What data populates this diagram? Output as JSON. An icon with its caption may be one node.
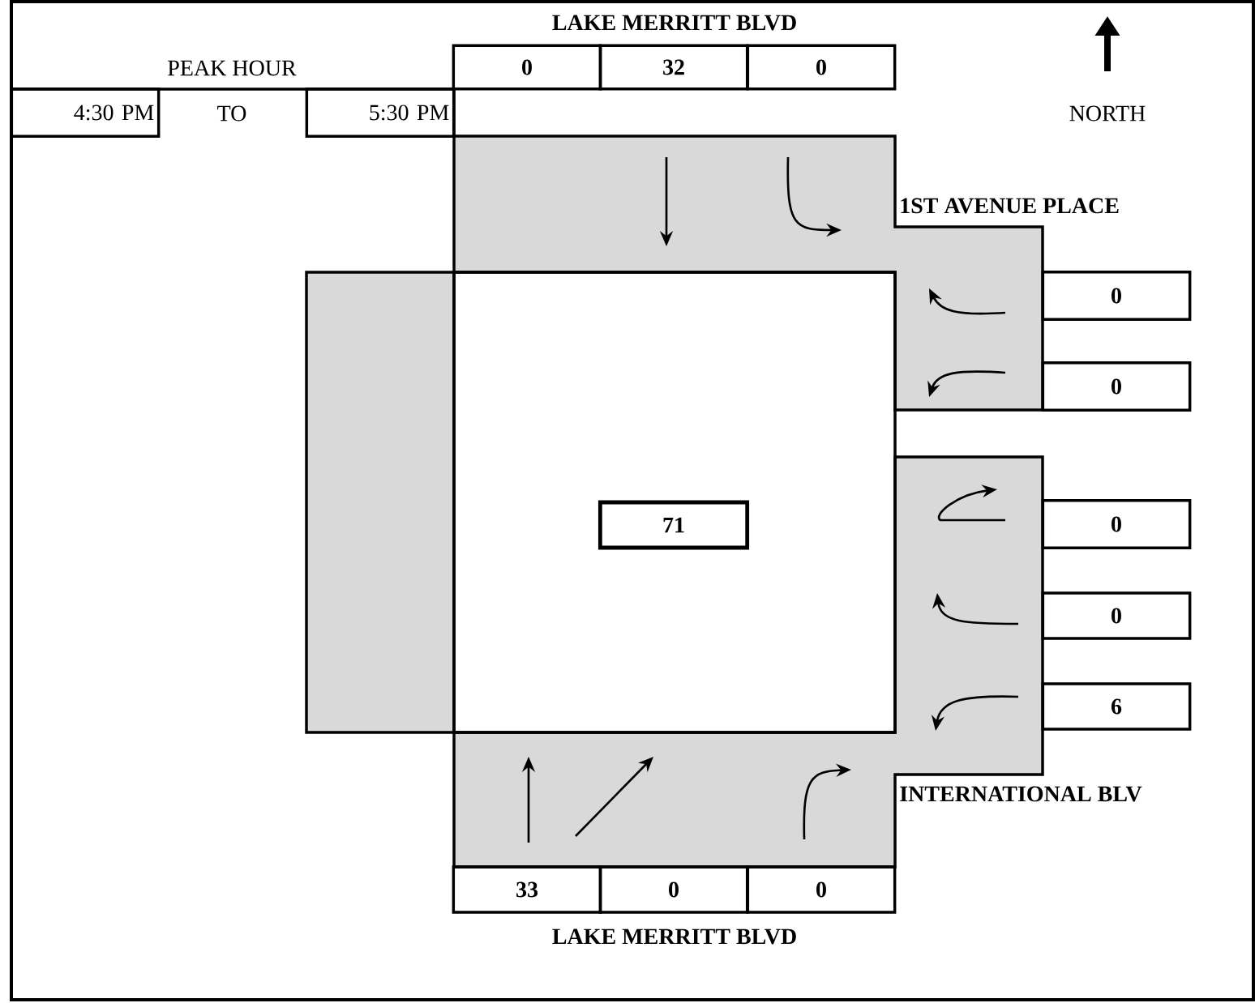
{
  "diagram": {
    "nodes": [
      {
        "text": [
          "0"
        ]
      },
      {
        "text": [
          "32"
        ]
      },
      {
        "text": [
          "0"
        ]
      },
      {
        "text": [
          "4:30 PM"
        ]
      },
      {
        "text": [
          "5:30 PM"
        ]
      },
      {
        "text": [
          "0"
        ]
      },
      {
        "text": [
          "0"
        ]
      },
      {
        "text": [
          "71"
        ]
      },
      {
        "text": [
          "0"
        ]
      },
      {
        "text": [
          "0"
        ]
      },
      {
        "text": [
          "6"
        ]
      },
      {
        "text": [
          "33"
        ]
      },
      {
        "text": [
          "0"
        ]
      },
      {
        "text": [
          "0"
        ]
      }
    ],
    "labels": [
      "LAKE MERRITT BLVD",
      "PEAK HOUR",
      "TO",
      "NORTH",
      "1ST AVENUE PLACE",
      "INTERNATIONAL BLV",
      "LAKE MERRITT BLVD"
    ]
  }
}
